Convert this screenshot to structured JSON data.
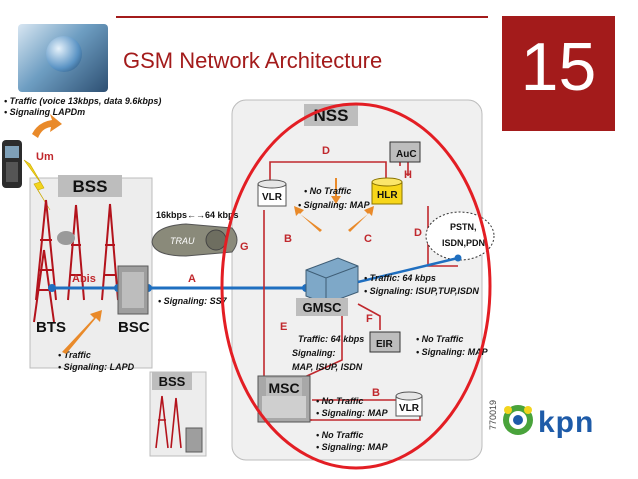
{
  "title": "GSM Network Architecture",
  "slide_number": "15",
  "logo": {
    "text": "kpn",
    "icon": "kpn-crown-icon"
  },
  "image_code": "770019",
  "labels": {
    "um_traffic": "• Traffic (voice 13kbps, data 9.6kbps)",
    "um_signaling": "• Signaling LAPDm",
    "um": "Um",
    "bss": "BSS",
    "bss2": "BSS",
    "nss": "NSS",
    "rate": "16kbps←→64 kbps",
    "trau": "TRAU",
    "abis": "Abis",
    "a": "A",
    "bts": "BTS",
    "bsc": "BSC",
    "bts_traffic": "• Traffic",
    "bts_signaling": "• Signaling: LAPD",
    "a_signaling": "• Signaling: SS7",
    "vlr_top": "VLR",
    "hlr": "HLR",
    "auc": "AuC",
    "d_top": "D",
    "h": "H",
    "b_upper": "B",
    "c": "C",
    "g": "G",
    "d_right": "D",
    "hlr_no_traffic": "• No Traffic",
    "hlr_signaling": "• Signaling: MAP",
    "pstn": "PSTN,",
    "isdn": "ISDN,PDN",
    "gmsc": "GMSC",
    "gmsc_traffic": "• Traffic:     64 kbps",
    "gmsc_signaling": "• Signaling: ISUP,TUP,ISDN",
    "e": "E",
    "f": "F",
    "eir": "EIR",
    "e_traffic": "Traffic: 64 kbps",
    "e_signaling": "Signaling:",
    "e_protocols": "MAP, ISUP, ISDN",
    "eir_no_traffic": "• No Traffic",
    "eir_signaling": "• Signaling: MAP",
    "msc": "MSC",
    "b_lower": "B",
    "vlr_bottom": "VLR",
    "b_no_traffic": "• No Traffic",
    "b_signaling": "• Signaling: MAP",
    "bottom_no_traffic": "• No Traffic",
    "bottom_signaling": "• Signaling: MAP"
  },
  "colors": {
    "accent": "#a31b1b",
    "link_red": "#c0282d",
    "link_blue": "#1f6fc0",
    "ellipse": "#e31e24",
    "label_red": "#c0282d",
    "kpn_blue": "#1e5ba8",
    "kpn_green": "#49a33b"
  }
}
